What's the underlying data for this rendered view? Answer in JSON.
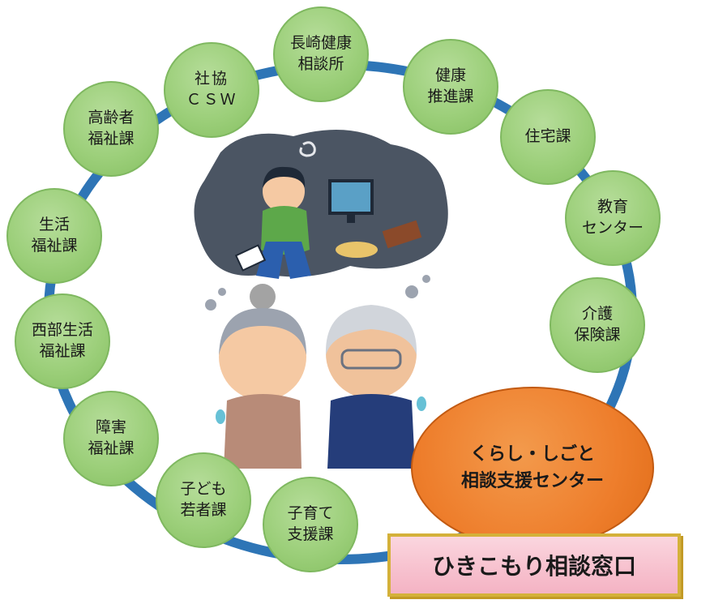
{
  "nodes": {
    "nagasaki_health": "長崎健康\n相談所",
    "health_promotion": "健康\n推進課",
    "housing": "住宅課",
    "education": "教育\nセンター",
    "care_insurance": "介護\n保険課",
    "childcare_support": "子育て\n支援課",
    "children_youth": "子ども\n若者課",
    "disability": "障害\n福祉課",
    "west_welfare": "西部生活\n福祉課",
    "life_welfare": "生活\n福祉課",
    "elderly_welfare": "高齢者\n福祉課",
    "csw": "社協\nＣＳＷ"
  },
  "center": {
    "label": "くらし・しごと\n相談支援センター"
  },
  "window": {
    "label": "ひきこもり相談窓口"
  },
  "colors": {
    "ring": "#2e75b6",
    "node_fill": "#9ccf7a",
    "center_fill": "#ee7e2c",
    "label_fill": "#f7c2cf",
    "label_border": "#d4b13a"
  }
}
